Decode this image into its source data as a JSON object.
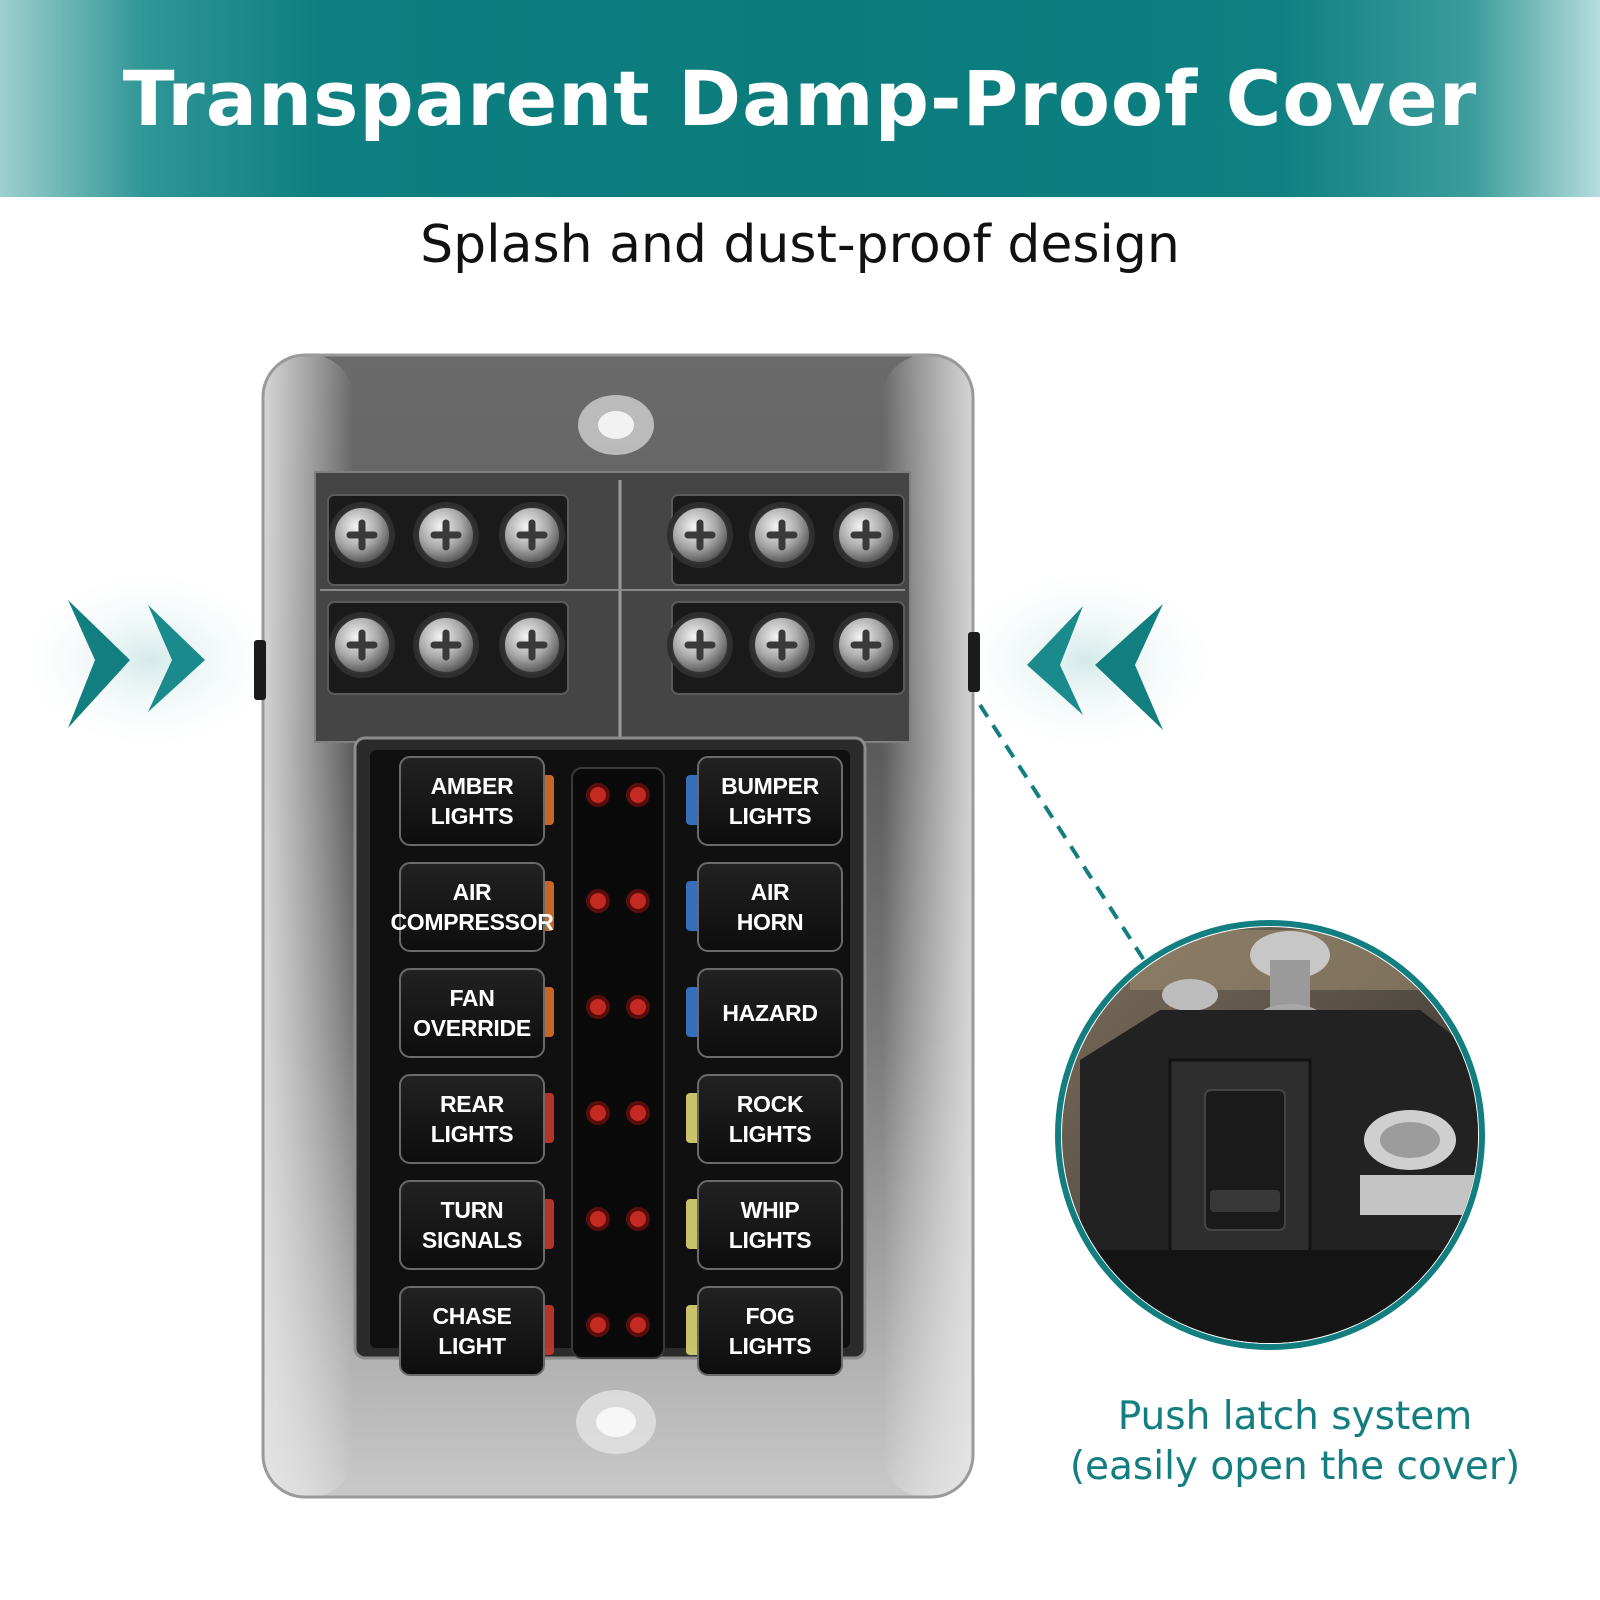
{
  "banner": {
    "title": "Transparent Damp-Proof Cover",
    "color": "#0b7b7c"
  },
  "subtitle": "Splash and dust-proof design",
  "fuses": {
    "left": [
      {
        "label": "AMBER\nLIGHTS",
        "color": "#e8742a"
      },
      {
        "label": "AIR\nCOMPRESSOR",
        "color": "#e8742a"
      },
      {
        "label": "FAN\nOVERRIDE",
        "color": "#e8742a"
      },
      {
        "label": "REAR\nLIGHTS",
        "color": "#d33b2c"
      },
      {
        "label": "TURN\nSIGNALS",
        "color": "#d33b2c"
      },
      {
        "label": "CHASE\nLIGHT",
        "color": "#d33b2c"
      }
    ],
    "right": [
      {
        "label": "BUMPER\nLIGHTS",
        "color": "#3d7fd6"
      },
      {
        "label": "AIR\nHORN",
        "color": "#3d7fd6"
      },
      {
        "label": "HAZARD",
        "color": "#3d7fd6"
      },
      {
        "label": "ROCK\nLIGHTS",
        "color": "#e9e27a"
      },
      {
        "label": "WHIP\nLIGHTS",
        "color": "#e9e27a"
      },
      {
        "label": "FOG\nLIGHTS",
        "color": "#e9e27a"
      }
    ]
  },
  "callout": {
    "line1": "Push latch system",
    "line2": "(easily open the cover)",
    "color": "#137e80"
  },
  "icons": [
    "chevron-right-arrows-icon",
    "chevron-left-arrows-icon"
  ]
}
